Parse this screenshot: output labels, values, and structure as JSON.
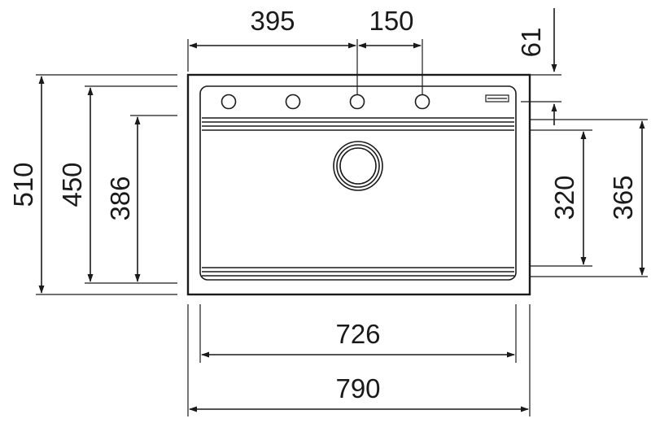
{
  "dimensions": {
    "top_offset": "395",
    "tap_spacing": "150",
    "bowl_top_margin": "61",
    "overall_depth": "510",
    "inner_depth": "450",
    "bowl_depth_left": "386",
    "bowl_depth_right": "320",
    "drainer_depth": "365",
    "inner_width": "726",
    "overall_width": "790"
  },
  "colors": {
    "line": "#1a1a1a",
    "background": "#ffffff"
  }
}
